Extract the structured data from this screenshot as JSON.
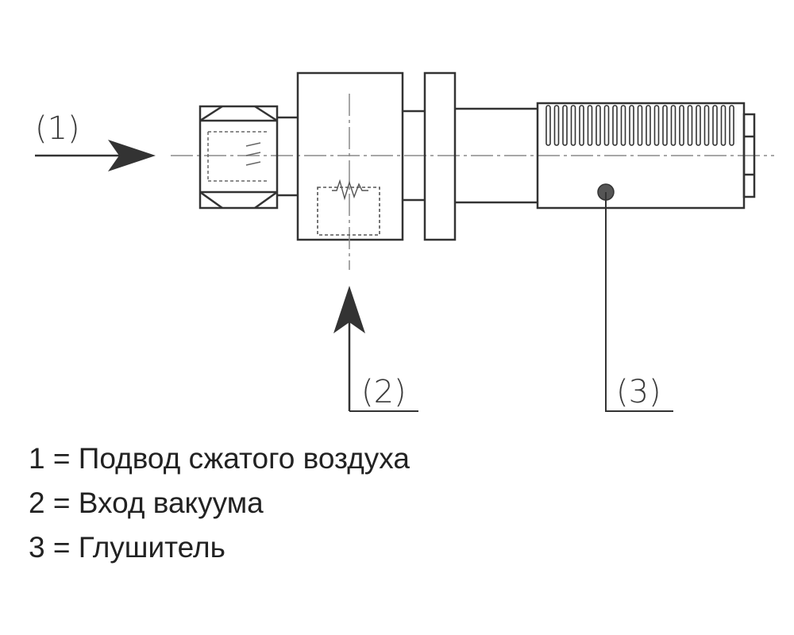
{
  "callouts": [
    {
      "id": "1",
      "text": "(1)"
    },
    {
      "id": "2",
      "text": "(2)"
    },
    {
      "id": "3",
      "text": "(3)"
    }
  ],
  "legend": [
    {
      "text": "1 = Подвод сжатого воздуха"
    },
    {
      "text": "2 = Вход вакуума"
    },
    {
      "text": "3 = Глушитель"
    }
  ],
  "colors": {
    "line": "#333333",
    "centerline": "#8a8a8a",
    "hidden": "#555555",
    "plug": "#555555"
  }
}
